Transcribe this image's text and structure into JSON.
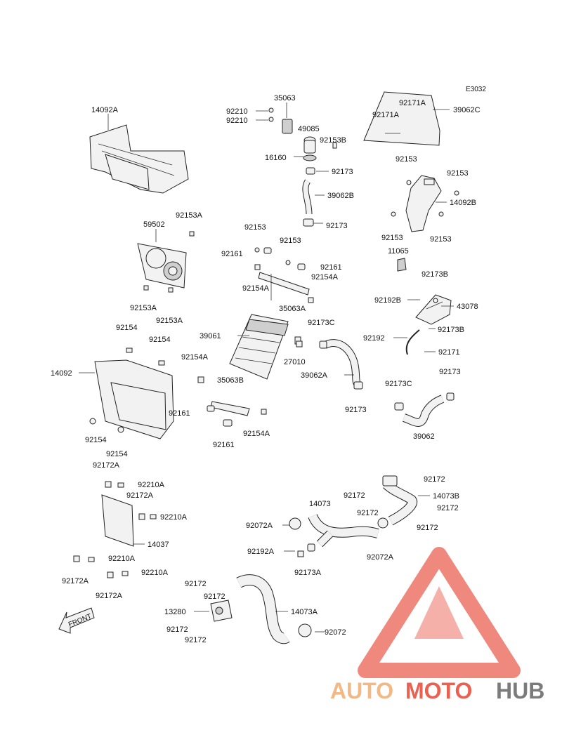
{
  "diagram_code": "E3032",
  "front_label": "FRONT",
  "watermark": {
    "auto": "AUTO",
    "moto": "MOTO",
    "hub": "HUB",
    "color_orange": "#f0b27a",
    "color_red": "#e8503f",
    "color_gray": "#6d6d6d"
  },
  "labels": {
    "l14092a": "14092A",
    "l35063": "35063",
    "l92210a1": "92210",
    "l92210b1": "92210",
    "l49085": "49085",
    "l92153b": "92153B",
    "l16160": "16160",
    "l92173a1": "92173",
    "l39062b": "39062B",
    "l92173a2": "92173",
    "l92171a1": "92171A",
    "l92171a2": "92171A",
    "l39062c": "39062C",
    "l92153r1": "92153",
    "l92153r2": "92153",
    "l14092b": "14092B",
    "l92153r3": "92153",
    "l92153r4": "92153",
    "l59502": "59502",
    "l92153a1": "92153A",
    "l92153a2": "92153A",
    "l92153a3": "92153A",
    "l92153m1": "92153",
    "l92161m1": "92161",
    "l92153m2": "92153",
    "l92161m2": "92161",
    "l92154am1": "92154A",
    "l92154am2": "92154A",
    "l35063a": "35063A",
    "l11065": "11065",
    "l92173b1": "92173B",
    "l92192b": "92192B",
    "l43078": "43078",
    "l92154l1": "92154",
    "l92154l2": "92154",
    "l39061": "39061",
    "l92173c1": "92173C",
    "l92192": "92192",
    "l92173b2": "92173B",
    "l92171": "92171",
    "l14092": "14092",
    "l92154am3": "92154A",
    "l27010": "27010",
    "l39062a": "39062A",
    "l92173r": "92173",
    "l35063b": "35063B",
    "l92173c2": "92173C",
    "l92173m3": "92173",
    "l92161m3": "92161",
    "l92161m4": "92161",
    "l92154am4": "92154A",
    "l39062": "39062",
    "l92154l3": "92154",
    "l92154l4": "92154",
    "l92172a1": "92172A",
    "l92210a2": "92210A",
    "l92172a2": "92172A",
    "l92210a3": "92210A",
    "l14037": "14037",
    "l92210a4": "92210A",
    "l92172a3": "92172A",
    "l92210a5": "92210A",
    "l92172a4": "92172A",
    "l92172r1": "92172",
    "l92172r2": "92172",
    "l14073b": "14073B",
    "l92172r3": "92172",
    "l92172r4": "92172",
    "l14073": "14073",
    "l92172r5": "92172",
    "l92072a1": "92072A",
    "l92072a2": "92072A",
    "l92192a": "92192A",
    "l92173a3": "92173A",
    "l92172b1": "92172",
    "l92172b2": "92172",
    "l14073a": "14073A",
    "l13280": "13280",
    "l92172b3": "92172",
    "l92172b4": "92172",
    "l92072": "92072"
  }
}
